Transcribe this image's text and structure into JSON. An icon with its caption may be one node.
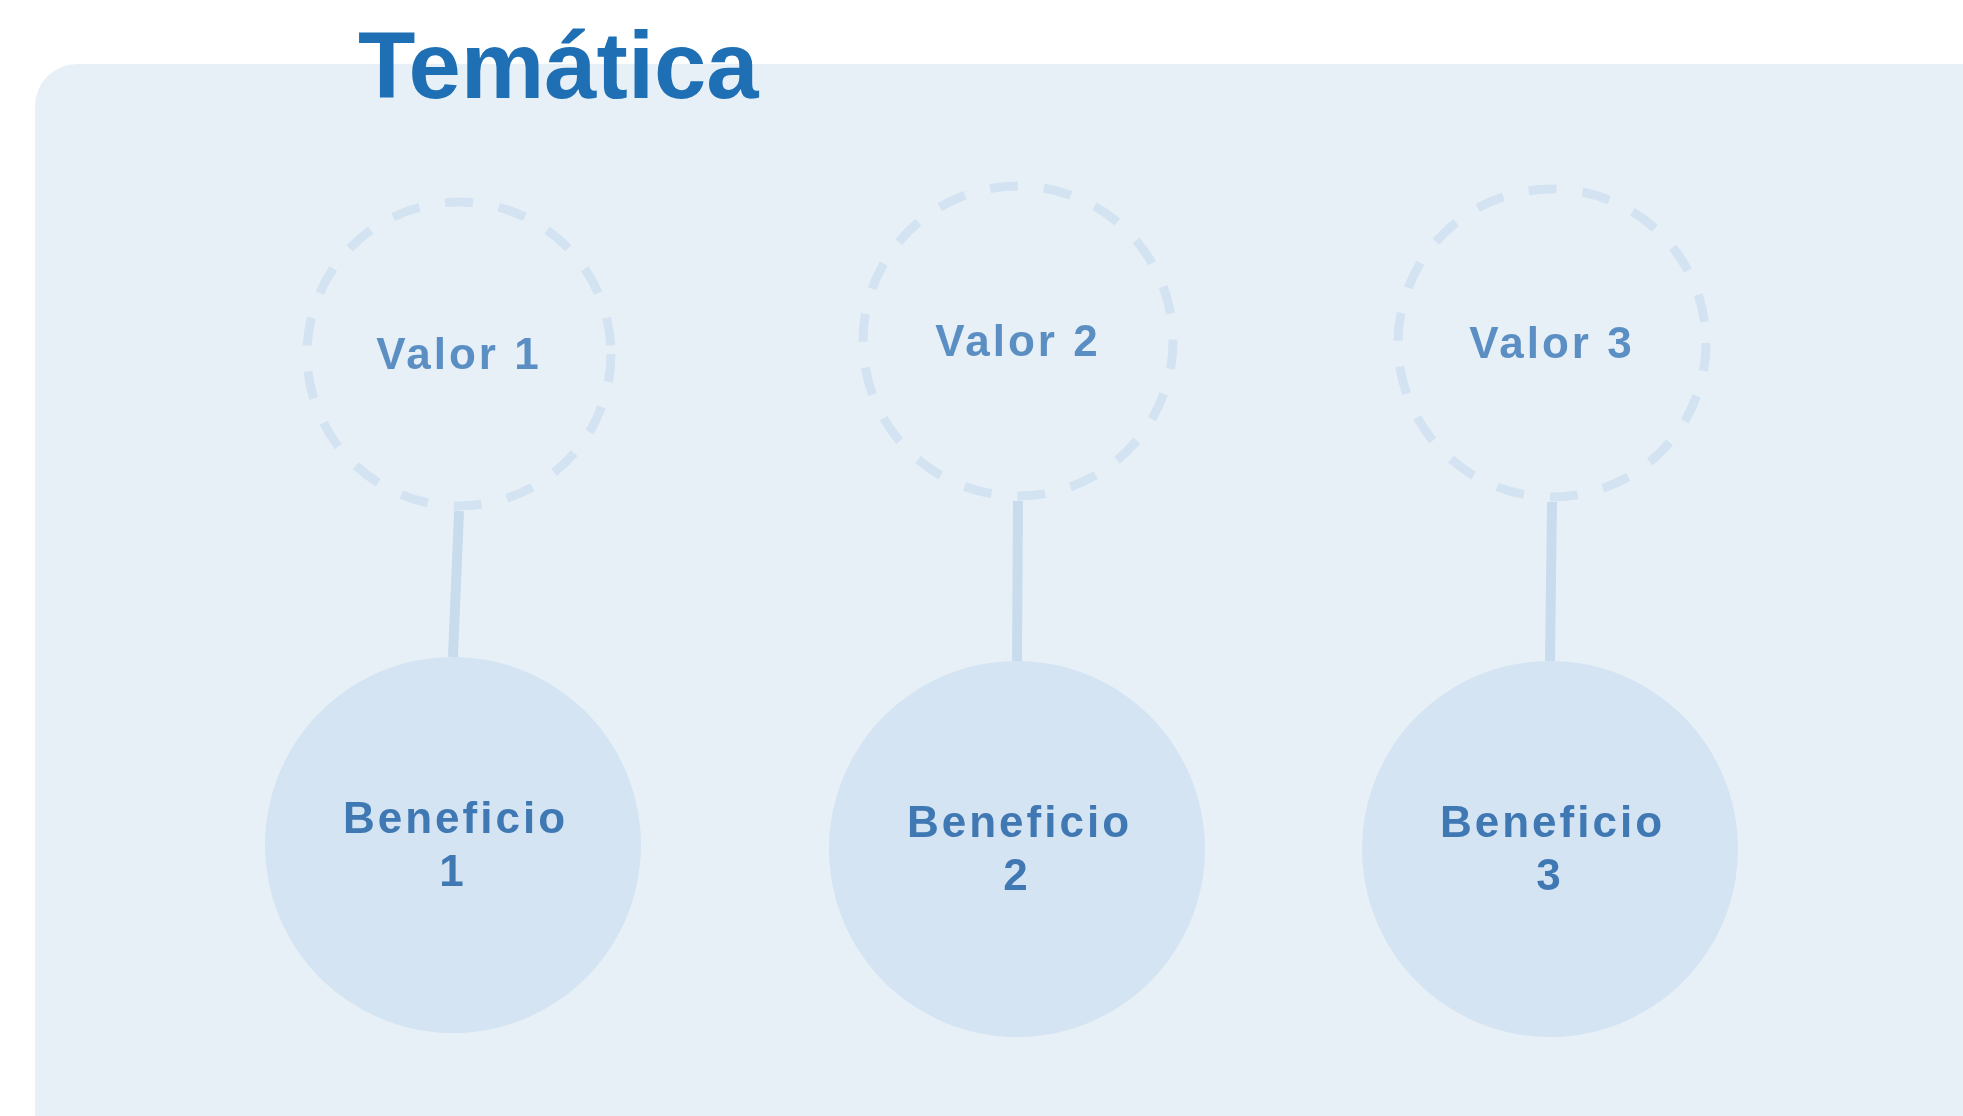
{
  "diagram": {
    "title": "Temática",
    "nodes": [
      {
        "text": [
          "Valor 1"
        ]
      },
      {
        "text": [
          "Valor 2"
        ]
      },
      {
        "text": [
          "Valor 3"
        ]
      },
      {
        "text": [
          "Beneficio 1"
        ]
      },
      {
        "text": [
          "Beneficio 2"
        ]
      },
      {
        "text": [
          "Beneficio 3"
        ]
      }
    ],
    "edges": [
      {
        "from": 0,
        "to": 3,
        "arrow": "none"
      },
      {
        "from": 1,
        "to": 4,
        "arrow": "none"
      },
      {
        "from": 2,
        "to": 5,
        "arrow": "none"
      }
    ]
  }
}
